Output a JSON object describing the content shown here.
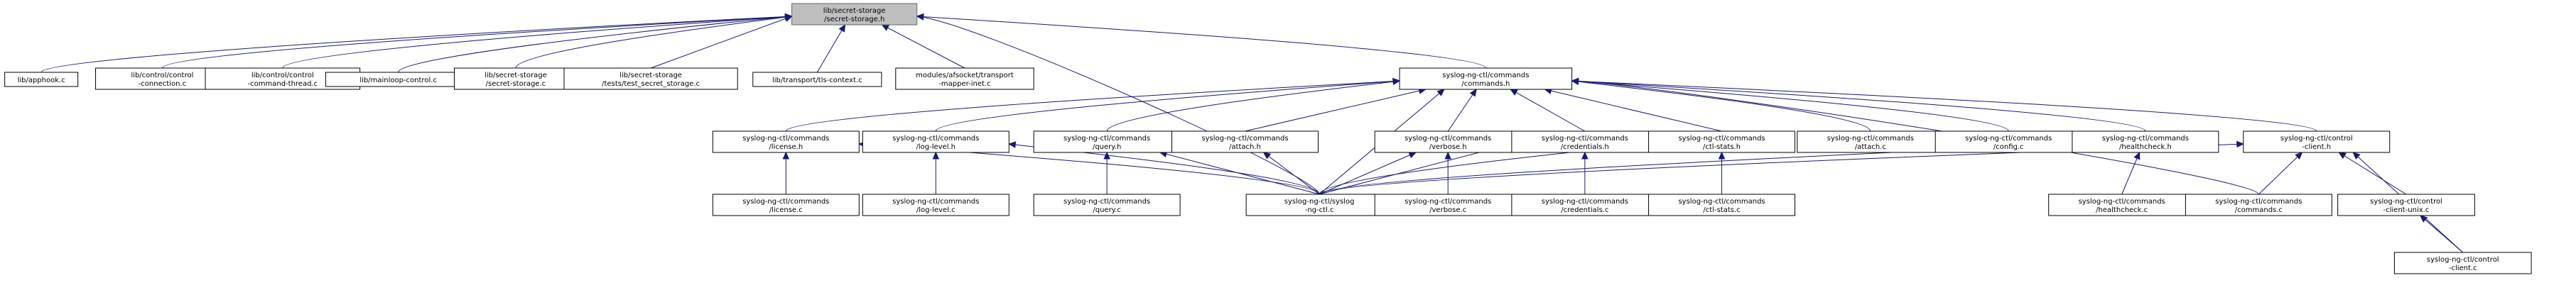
{
  "title": "Include dependency graph for lib/secret-storage/secret-storage.h",
  "colors": {
    "edge": "#191970",
    "root_fill": "#bfbfbf",
    "node_fill": "#ffffff",
    "node_border": "#000000"
  },
  "nodes": [
    {
      "id": "root",
      "lines": [
        "lib/secret-storage",
        "/secret-storage.h"
      ],
      "root": true
    },
    {
      "id": "apphook",
      "lines": [
        "lib/apphook.c"
      ]
    },
    {
      "id": "ctlconn",
      "lines": [
        "lib/control/control",
        "-connection.c"
      ]
    },
    {
      "id": "ctlthread",
      "lines": [
        "lib/control/control",
        "-command-thread.c"
      ]
    },
    {
      "id": "mainloop",
      "lines": [
        "lib/mainloop-control.c"
      ]
    },
    {
      "id": "sscc",
      "lines": [
        "lib/secret-storage",
        "/secret-storage.c"
      ]
    },
    {
      "id": "sstest",
      "lines": [
        "lib/secret-storage",
        "/tests/test_secret_storage.c"
      ]
    },
    {
      "id": "tls",
      "lines": [
        "lib/transport/tls-context.c"
      ]
    },
    {
      "id": "afsock",
      "lines": [
        "modules/afsocket/transport",
        "-mapper-inet.c"
      ]
    },
    {
      "id": "cmdsh",
      "lines": [
        "syslog-ng-ctl/commands",
        "/commands.h"
      ]
    },
    {
      "id": "licenseh",
      "lines": [
        "syslog-ng-ctl/commands",
        "/license.h"
      ]
    },
    {
      "id": "loglevelh",
      "lines": [
        "syslog-ng-ctl/commands",
        "/log-level.h"
      ]
    },
    {
      "id": "queryh",
      "lines": [
        "syslog-ng-ctl/commands",
        "/query.h"
      ]
    },
    {
      "id": "attachh",
      "lines": [
        "syslog-ng-ctl/commands",
        "/attach.h"
      ]
    },
    {
      "id": "verboseh",
      "lines": [
        "syslog-ng-ctl/commands",
        "/verbose.h"
      ]
    },
    {
      "id": "credh",
      "lines": [
        "syslog-ng-ctl/commands",
        "/credentials.h"
      ]
    },
    {
      "id": "ctlstatsh",
      "lines": [
        "syslog-ng-ctl/commands",
        "/ctl-stats.h"
      ]
    },
    {
      "id": "attachc",
      "lines": [
        "syslog-ng-ctl/commands",
        "/attach.c"
      ]
    },
    {
      "id": "configc",
      "lines": [
        "syslog-ng-ctl/commands",
        "/config.c"
      ]
    },
    {
      "id": "healthh",
      "lines": [
        "syslog-ng-ctl/commands",
        "/healthcheck.h"
      ]
    },
    {
      "id": "clienth",
      "lines": [
        "syslog-ng-ctl/control",
        "-client.h"
      ]
    },
    {
      "id": "licensec",
      "lines": [
        "syslog-ng-ctl/commands",
        "/license.c"
      ]
    },
    {
      "id": "loglevelc",
      "lines": [
        "syslog-ng-ctl/commands",
        "/log-level.c"
      ]
    },
    {
      "id": "queryc",
      "lines": [
        "syslog-ng-ctl/commands",
        "/query.c"
      ]
    },
    {
      "id": "sngctl",
      "lines": [
        "syslog-ng-ctl/syslog",
        "-ng-ctl.c"
      ]
    },
    {
      "id": "verbosec",
      "lines": [
        "syslog-ng-ctl/commands",
        "/verbose.c"
      ]
    },
    {
      "id": "credc",
      "lines": [
        "syslog-ng-ctl/commands",
        "/credentials.c"
      ]
    },
    {
      "id": "ctlstatsc",
      "lines": [
        "syslog-ng-ctl/commands",
        "/ctl-stats.c"
      ]
    },
    {
      "id": "healthc",
      "lines": [
        "syslog-ng-ctl/commands",
        "/healthcheck.c"
      ]
    },
    {
      "id": "cmdsc",
      "lines": [
        "syslog-ng-ctl/commands",
        "/commands.c"
      ]
    },
    {
      "id": "unixc",
      "lines": [
        "syslog-ng-ctl/control",
        "-client-unix.c"
      ]
    },
    {
      "id": "clientc",
      "lines": [
        "syslog-ng-ctl/control",
        "-client.c"
      ]
    }
  ],
  "edges": [
    [
      "apphook",
      "root"
    ],
    [
      "ctlconn",
      "root"
    ],
    [
      "ctlthread",
      "root"
    ],
    [
      "mainloop",
      "root"
    ],
    [
      "sscc",
      "root"
    ],
    [
      "sstest",
      "root"
    ],
    [
      "tls",
      "root"
    ],
    [
      "afsock",
      "root"
    ],
    [
      "cmdsh",
      "root"
    ],
    [
      "sngctl",
      "root"
    ],
    [
      "licenseh",
      "cmdsh"
    ],
    [
      "loglevelh",
      "cmdsh"
    ],
    [
      "queryh",
      "cmdsh"
    ],
    [
      "attachh",
      "cmdsh"
    ],
    [
      "verboseh",
      "cmdsh"
    ],
    [
      "credh",
      "cmdsh"
    ],
    [
      "ctlstatsh",
      "cmdsh"
    ],
    [
      "attachc",
      "cmdsh"
    ],
    [
      "configc",
      "cmdsh"
    ],
    [
      "healthh",
      "cmdsh"
    ],
    [
      "clienth",
      "cmdsh"
    ],
    [
      "sngctl",
      "cmdsh"
    ],
    [
      "cmdsc",
      "cmdsh"
    ],
    [
      "licensec",
      "licenseh"
    ],
    [
      "sngctl",
      "licenseh"
    ],
    [
      "loglevelc",
      "loglevelh"
    ],
    [
      "sngctl",
      "loglevelh"
    ],
    [
      "queryc",
      "queryh"
    ],
    [
      "sngctl",
      "queryh"
    ],
    [
      "sngctl",
      "attachh"
    ],
    [
      "verbosec",
      "verboseh"
    ],
    [
      "sngctl",
      "verboseh"
    ],
    [
      "credc",
      "credh"
    ],
    [
      "sngctl",
      "credh"
    ],
    [
      "ctlstatsc",
      "ctlstatsh"
    ],
    [
      "sngctl",
      "ctlstatsh"
    ],
    [
      "healthc",
      "healthh"
    ],
    [
      "sngctl",
      "healthh"
    ],
    [
      "sngctl",
      "clienth"
    ],
    [
      "cmdsc",
      "clienth"
    ],
    [
      "unixc",
      "clienth"
    ],
    [
      "clientc",
      "clienth"
    ],
    [
      "clientc",
      "unixc"
    ]
  ]
}
